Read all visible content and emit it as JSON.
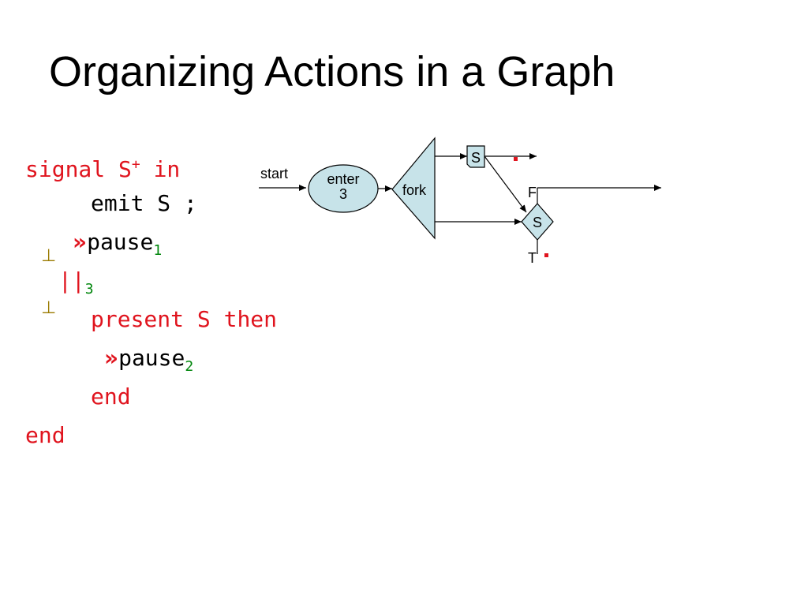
{
  "slide": {
    "title": "Organizing Actions in a Graph"
  },
  "code": {
    "line1": {
      "signal": "signal",
      "s": "S",
      "sup": "+",
      "in": "in"
    },
    "line2": "emit S ;",
    "line3": {
      "chevron": "»",
      "word": "pause",
      "sub": "1"
    },
    "line4": {
      "bars": "||",
      "sub": "3"
    },
    "line5": {
      "present": "present",
      "s": "S",
      "then": "then"
    },
    "line6": {
      "chevron": "»",
      "word": "pause",
      "sub": "2"
    },
    "line7": "end",
    "line8": "end",
    "bottom_symbol_1": "⊥",
    "bottom_symbol_2": "⊥"
  },
  "graph": {
    "start_label": "start",
    "enter_line1": "enter",
    "enter_line2": "3",
    "fork_label": "fork",
    "emit_label": "S",
    "test_label": "S",
    "false_label": "F",
    "true_label": "T"
  },
  "colors": {
    "keyword": "#e0141e",
    "subscript": "#00860c",
    "node_fill": "#c7e3e9",
    "bottom_symbol": "#9a7a00"
  }
}
